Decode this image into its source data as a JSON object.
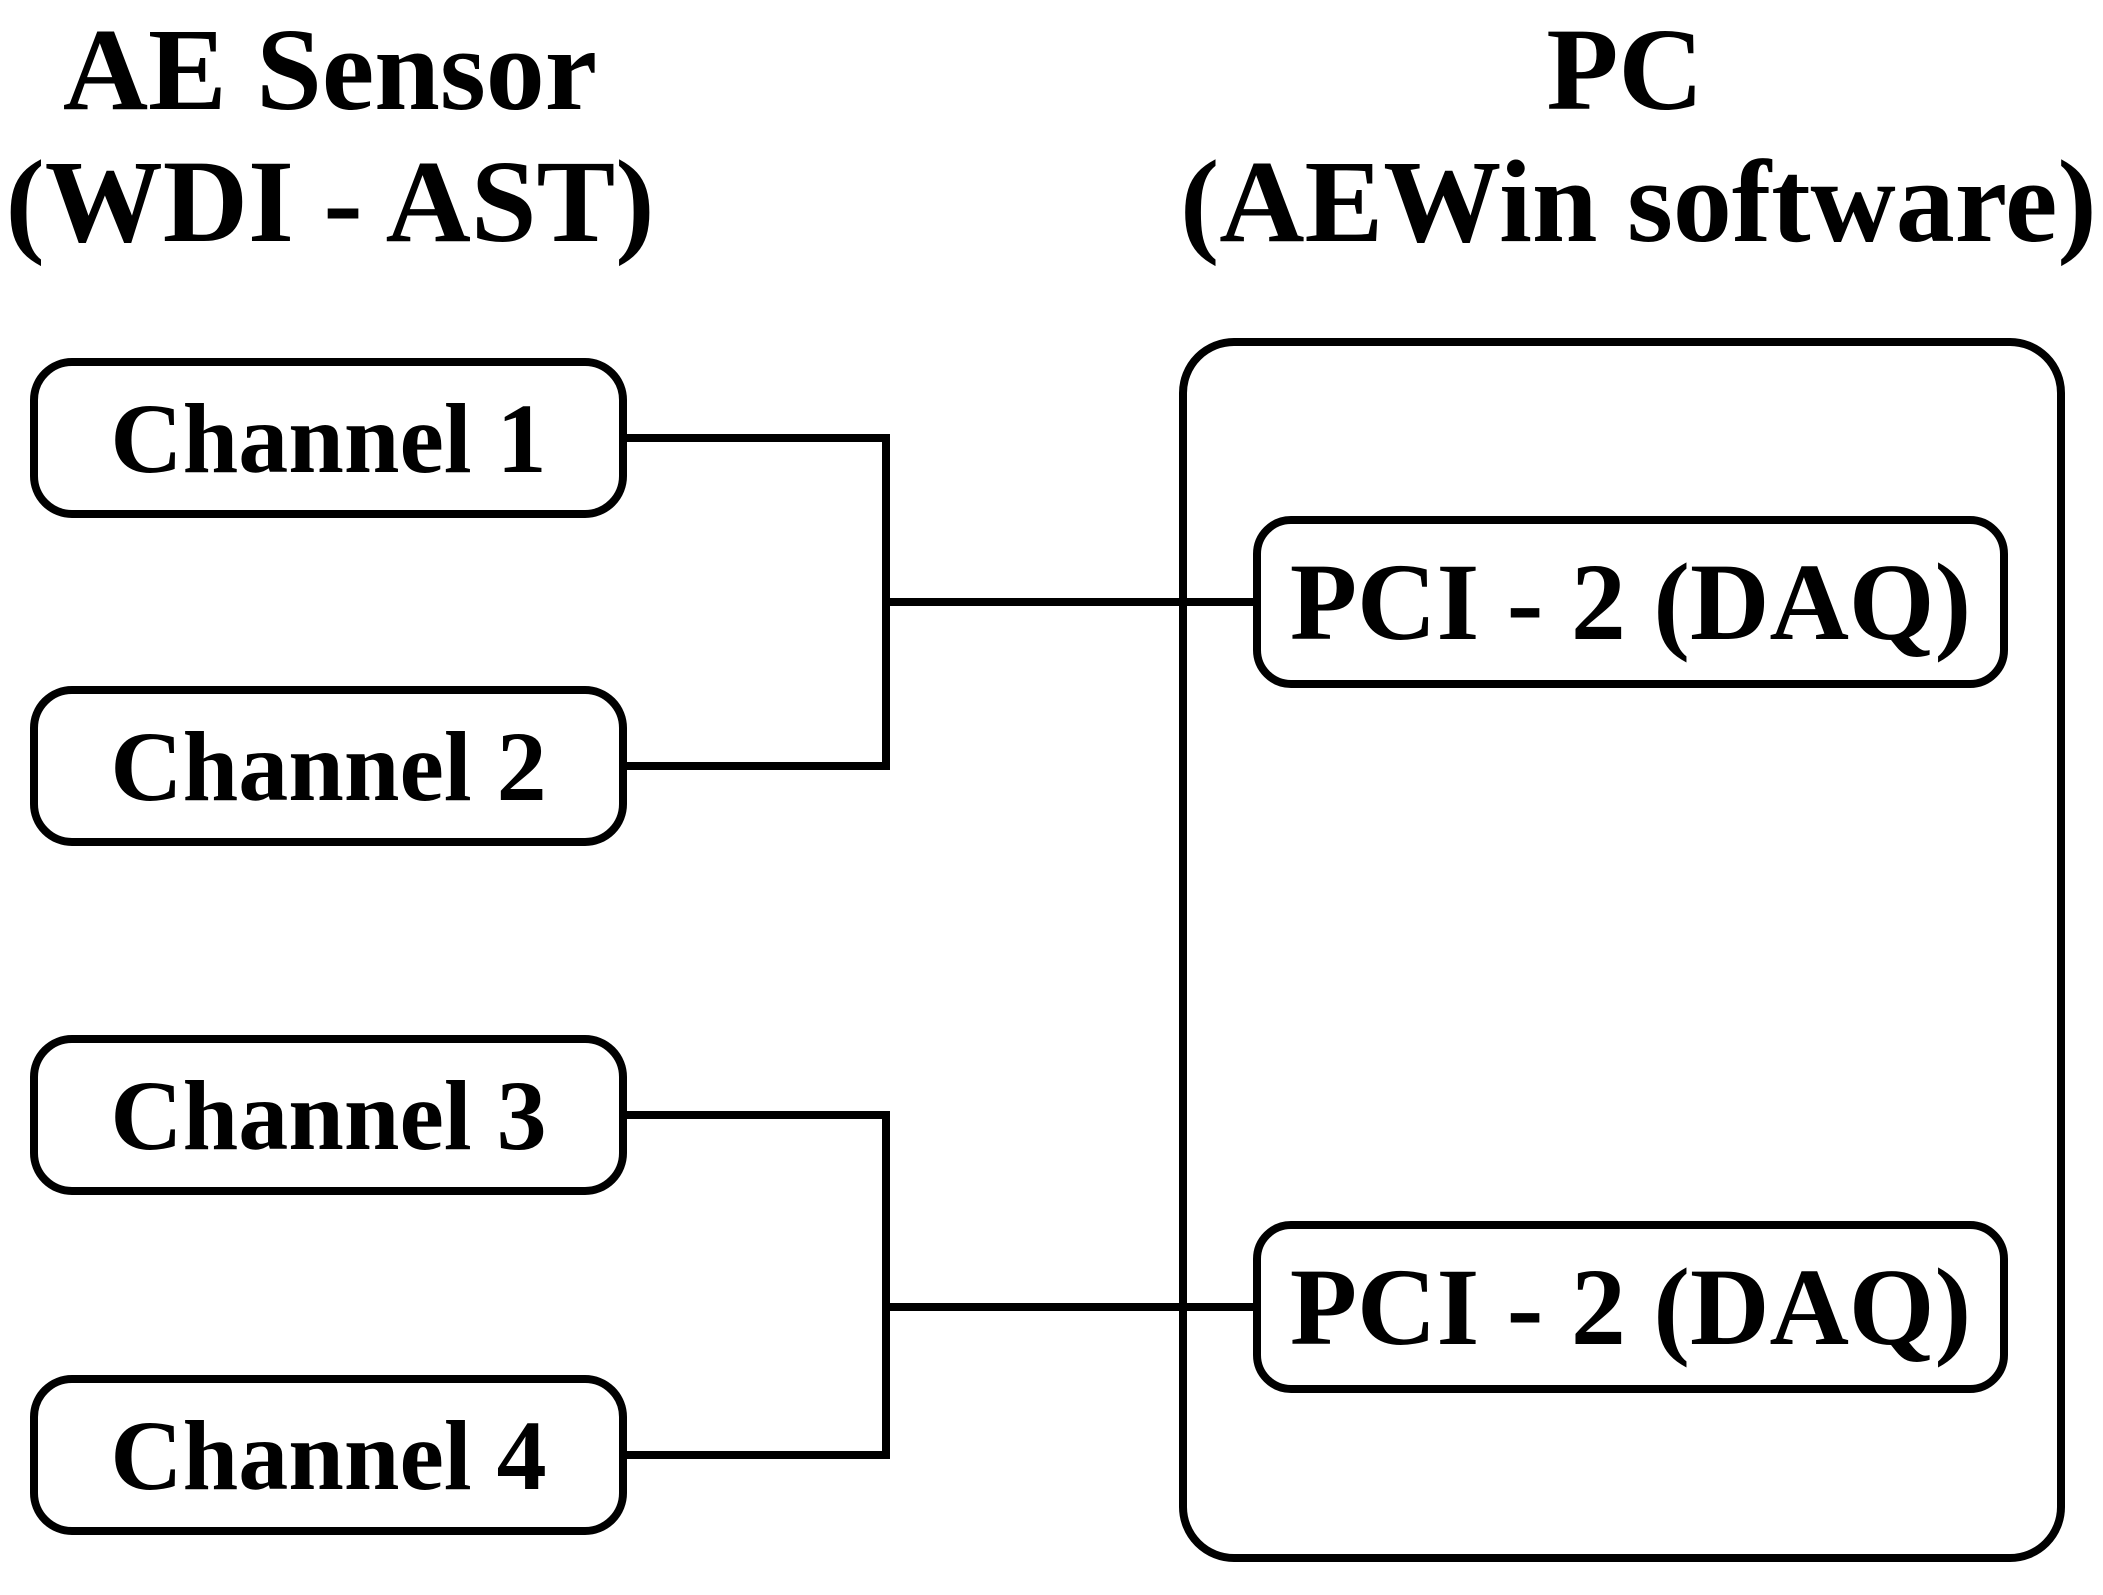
{
  "diagram": {
    "colors": {
      "ink": "#000000",
      "background": "#ffffff"
    },
    "left_column": {
      "title_line1": "AE Sensor",
      "title_line2": "(WDI - AST)",
      "channels": [
        {
          "label": "Channel 1"
        },
        {
          "label": "Channel 2"
        },
        {
          "label": "Channel 3"
        },
        {
          "label": "Channel 4"
        }
      ]
    },
    "right_column": {
      "title_line1": "PC",
      "title_line2": "(AEWin software)",
      "cards": [
        {
          "label": "PCI - 2 (DAQ)"
        },
        {
          "label": "PCI - 2 (DAQ)"
        }
      ]
    }
  }
}
